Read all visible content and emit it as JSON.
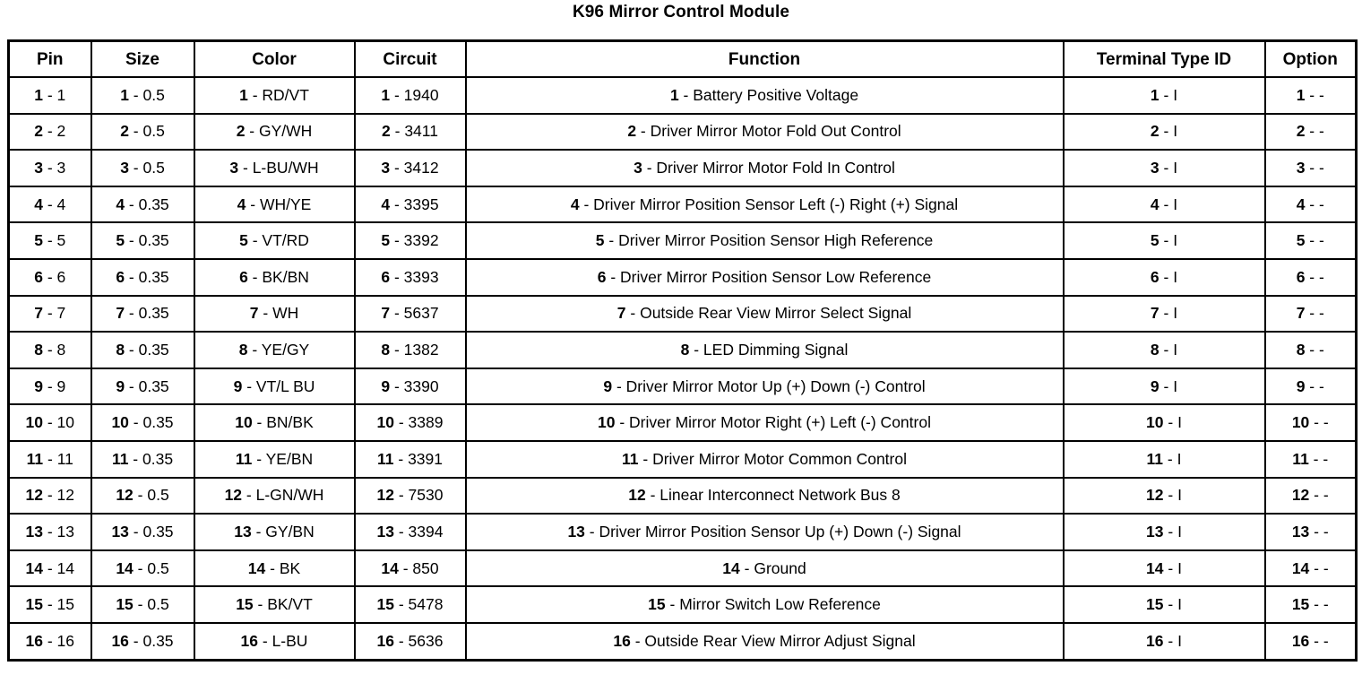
{
  "document": {
    "title": "K96 Mirror Control Module"
  },
  "table": {
    "columns": [
      {
        "key": "pin",
        "label": "Pin"
      },
      {
        "key": "size",
        "label": "Size"
      },
      {
        "key": "color",
        "label": "Color"
      },
      {
        "key": "circuit",
        "label": "Circuit"
      },
      {
        "key": "function",
        "label": "Function"
      },
      {
        "key": "terminal",
        "label": "Terminal Type ID"
      },
      {
        "key": "option",
        "label": "Option"
      }
    ],
    "separator": " - ",
    "rows": [
      {
        "index": "1",
        "pin": "1",
        "size": "0.5",
        "color": "RD/VT",
        "circuit": "1940",
        "function": "Battery Positive Voltage",
        "terminal": "I",
        "option": "-"
      },
      {
        "index": "2",
        "pin": "2",
        "size": "0.5",
        "color": "GY/WH",
        "circuit": "3411",
        "function": "Driver Mirror Motor Fold Out Control",
        "terminal": "I",
        "option": "-"
      },
      {
        "index": "3",
        "pin": "3",
        "size": "0.5",
        "color": "L-BU/WH",
        "circuit": "3412",
        "function": "Driver Mirror Motor Fold In Control",
        "terminal": "I",
        "option": "-"
      },
      {
        "index": "4",
        "pin": "4",
        "size": "0.35",
        "color": "WH/YE",
        "circuit": "3395",
        "function": "Driver Mirror Position Sensor Left (-) Right (+) Signal",
        "terminal": "I",
        "option": "-"
      },
      {
        "index": "5",
        "pin": "5",
        "size": "0.35",
        "color": "VT/RD",
        "circuit": "3392",
        "function": "Driver Mirror Position Sensor High Reference",
        "terminal": "I",
        "option": "-"
      },
      {
        "index": "6",
        "pin": "6",
        "size": "0.35",
        "color": "BK/BN",
        "circuit": "3393",
        "function": "Driver Mirror Position Sensor Low Reference",
        "terminal": "I",
        "option": "-"
      },
      {
        "index": "7",
        "pin": "7",
        "size": "0.35",
        "color": "WH",
        "circuit": "5637",
        "function": "Outside Rear View Mirror Select Signal",
        "terminal": "I",
        "option": "-"
      },
      {
        "index": "8",
        "pin": "8",
        "size": "0.35",
        "color": "YE/GY",
        "circuit": "1382",
        "function": "LED Dimming Signal",
        "terminal": "I",
        "option": "-"
      },
      {
        "index": "9",
        "pin": "9",
        "size": "0.35",
        "color": "VT/L BU",
        "circuit": "3390",
        "function": "Driver Mirror Motor Up (+) Down (-) Control",
        "terminal": "I",
        "option": "-"
      },
      {
        "index": "10",
        "pin": "10",
        "size": "0.35",
        "color": "BN/BK",
        "circuit": "3389",
        "function": "Driver Mirror Motor Right (+) Left (-) Control",
        "terminal": "I",
        "option": "-"
      },
      {
        "index": "11",
        "pin": "11",
        "size": "0.35",
        "color": "YE/BN",
        "circuit": "3391",
        "function": "Driver Mirror Motor Common Control",
        "terminal": "I",
        "option": "-"
      },
      {
        "index": "12",
        "pin": "12",
        "size": "0.5",
        "color": "L-GN/WH",
        "circuit": "7530",
        "function": "Linear Interconnect Network Bus 8",
        "terminal": "I",
        "option": "-"
      },
      {
        "index": "13",
        "pin": "13",
        "size": "0.35",
        "color": "GY/BN",
        "circuit": "3394",
        "function": "Driver Mirror Position Sensor Up (+) Down (-) Signal",
        "terminal": "I",
        "option": "-"
      },
      {
        "index": "14",
        "pin": "14",
        "size": "0.5",
        "color": "BK",
        "circuit": "850",
        "function": "Ground",
        "terminal": "I",
        "option": "-"
      },
      {
        "index": "15",
        "pin": "15",
        "size": "0.5",
        "color": "BK/VT",
        "circuit": "5478",
        "function": "Mirror Switch Low Reference",
        "terminal": "I",
        "option": "-"
      },
      {
        "index": "16",
        "pin": "16",
        "size": "0.35",
        "color": "L-BU",
        "circuit": "5636",
        "function": "Outside Rear View Mirror Adjust Signal",
        "terminal": "I",
        "option": "-"
      }
    ]
  },
  "colors": {
    "text": "#000000",
    "background": "#ffffff",
    "border": "#000000"
  }
}
